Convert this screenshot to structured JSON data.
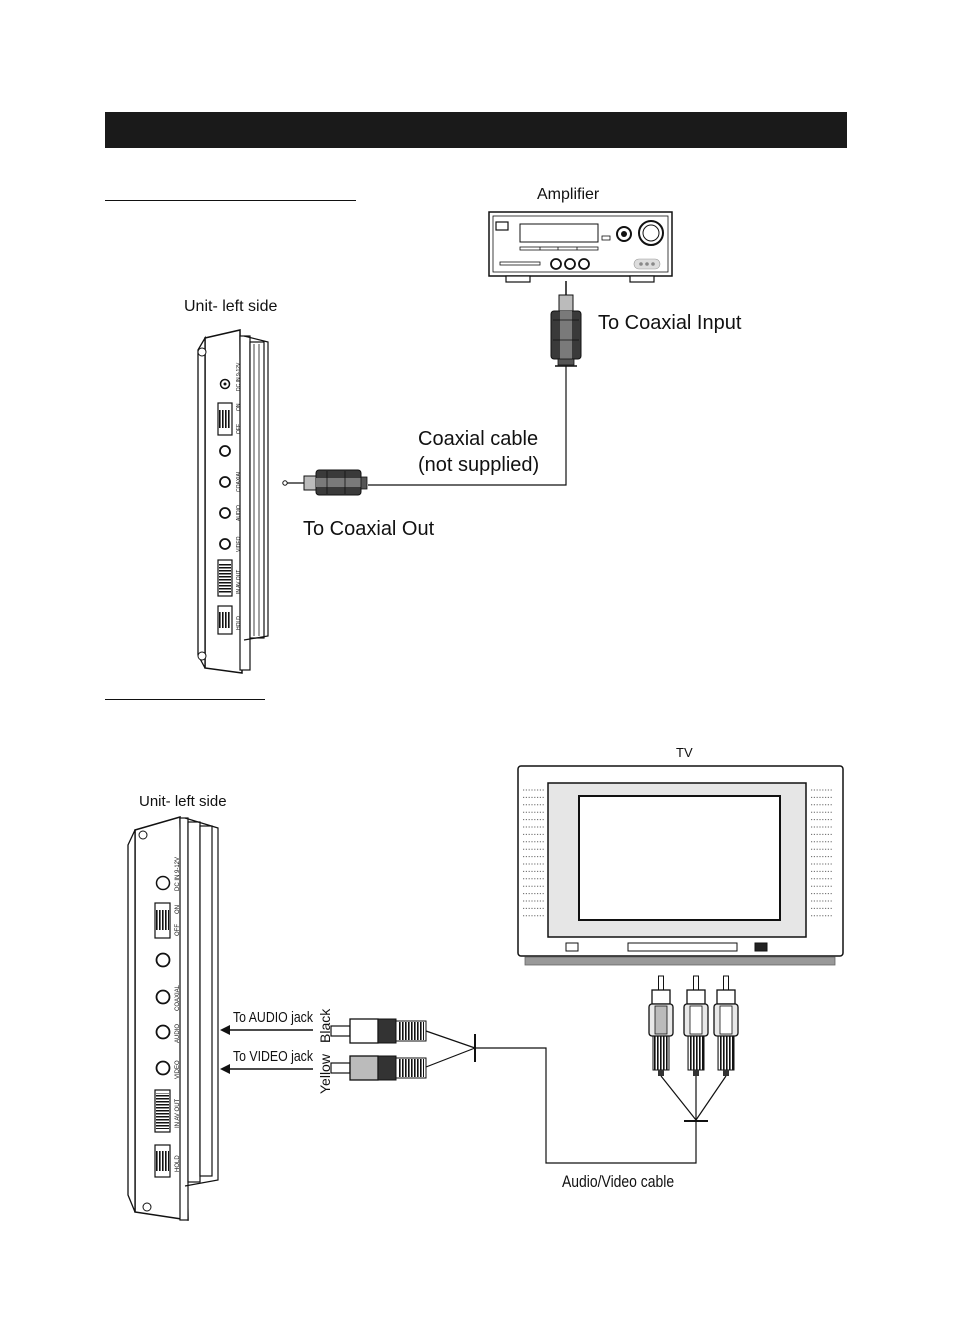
{
  "coaxial_diagram": {
    "amplifier_label": "Amplifier",
    "unit_label": "Unit- left side",
    "coaxial_input_label": "To Coaxial Input",
    "cable_label_line1": "Coaxial cable",
    "cable_label_line2": "(not supplied)",
    "coaxial_out_label": "To Coaxial Out"
  },
  "av_diagram": {
    "tv_label": "TV",
    "unit_label": "Unit- left side",
    "audio_jack_label": "To AUDIO jack",
    "video_jack_label": "To VIDEO jack",
    "black_label": "Black",
    "yellow_label": "Yellow",
    "cable_label": "Audio/Video cable"
  },
  "unit_panel_labels": [
    "DC IN 9-12V",
    "ON",
    "OFF",
    "COAXIAL",
    "AUDIO",
    "VIDEO",
    "IN AV OUT",
    "HOLD"
  ]
}
